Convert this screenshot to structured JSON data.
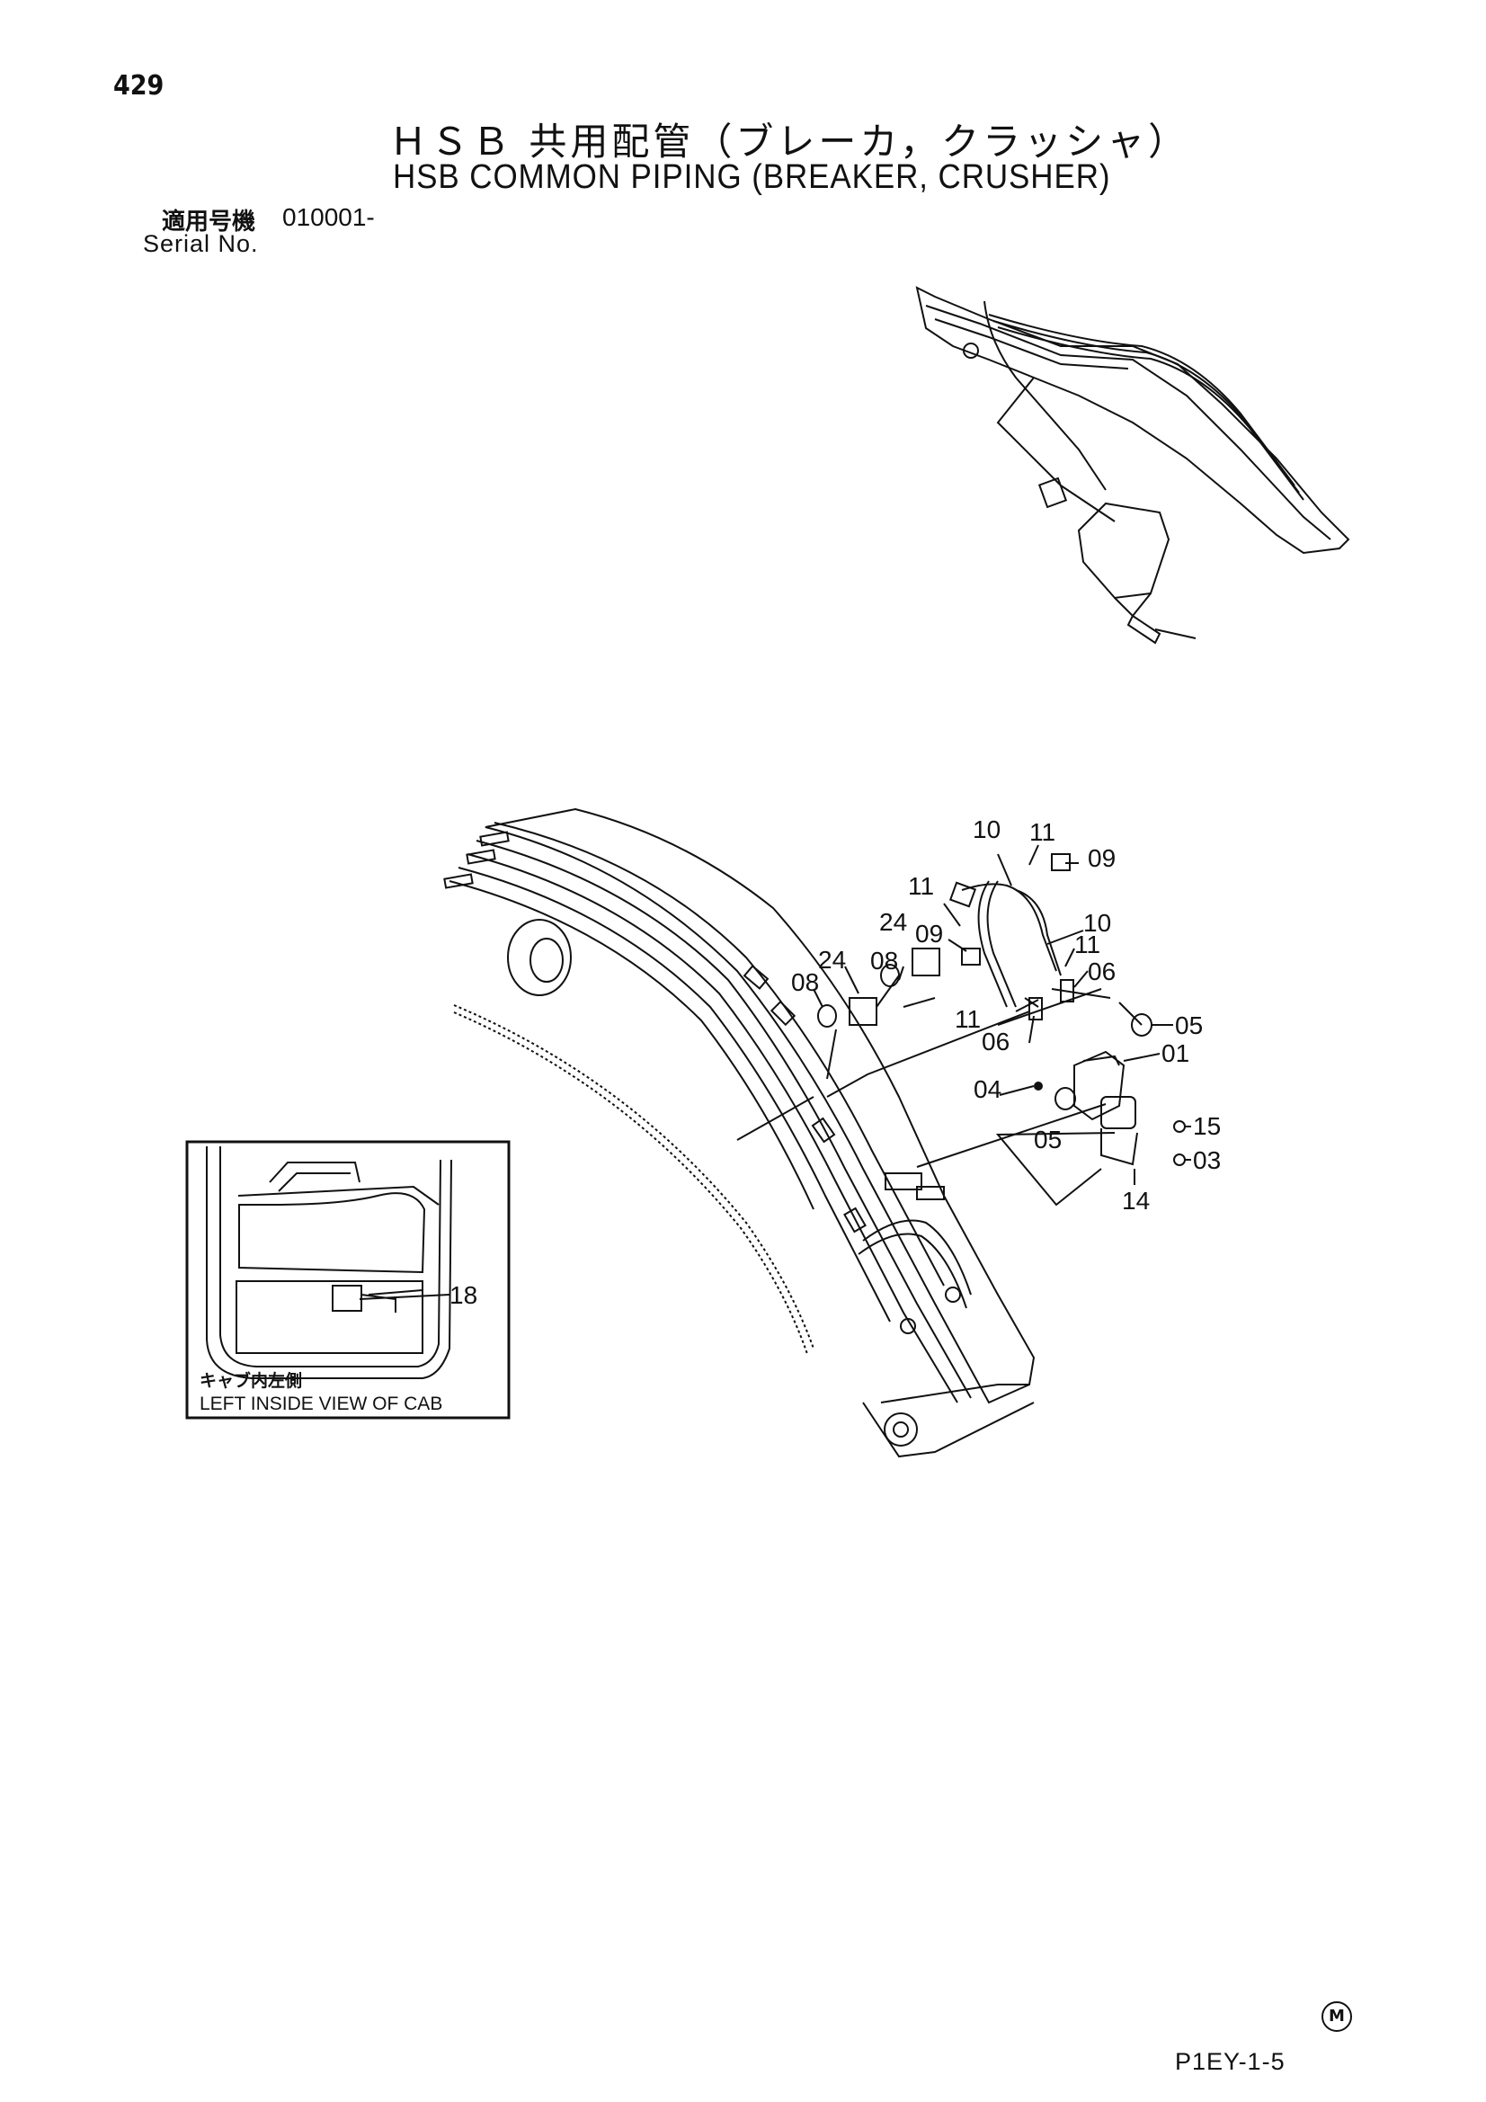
{
  "header": {
    "page_number": "429",
    "title_jp": "ＨＳＢ 共用配管（ブレーカ，クラッシャ）",
    "title_en": "HSB COMMON PIPING (BREAKER, CRUSHER)",
    "serial_label_jp": "適用号機",
    "serial_value": "010001-",
    "serial_label_en": "Serial No."
  },
  "callouts": [
    "10",
    "11",
    "09",
    "11",
    "10",
    "24",
    "09",
    "11",
    "06",
    "24",
    "08",
    "08",
    "11",
    "06",
    "05",
    "01",
    "04",
    "05",
    "15",
    "03",
    "14",
    "18"
  ],
  "inset": {
    "caption_jp": "キャブ内左側",
    "caption_en": "LEFT INSIDE VIEW OF CAB",
    "part_label": "18"
  },
  "footer": {
    "mark": "M",
    "code": "P1EY-1-5"
  }
}
